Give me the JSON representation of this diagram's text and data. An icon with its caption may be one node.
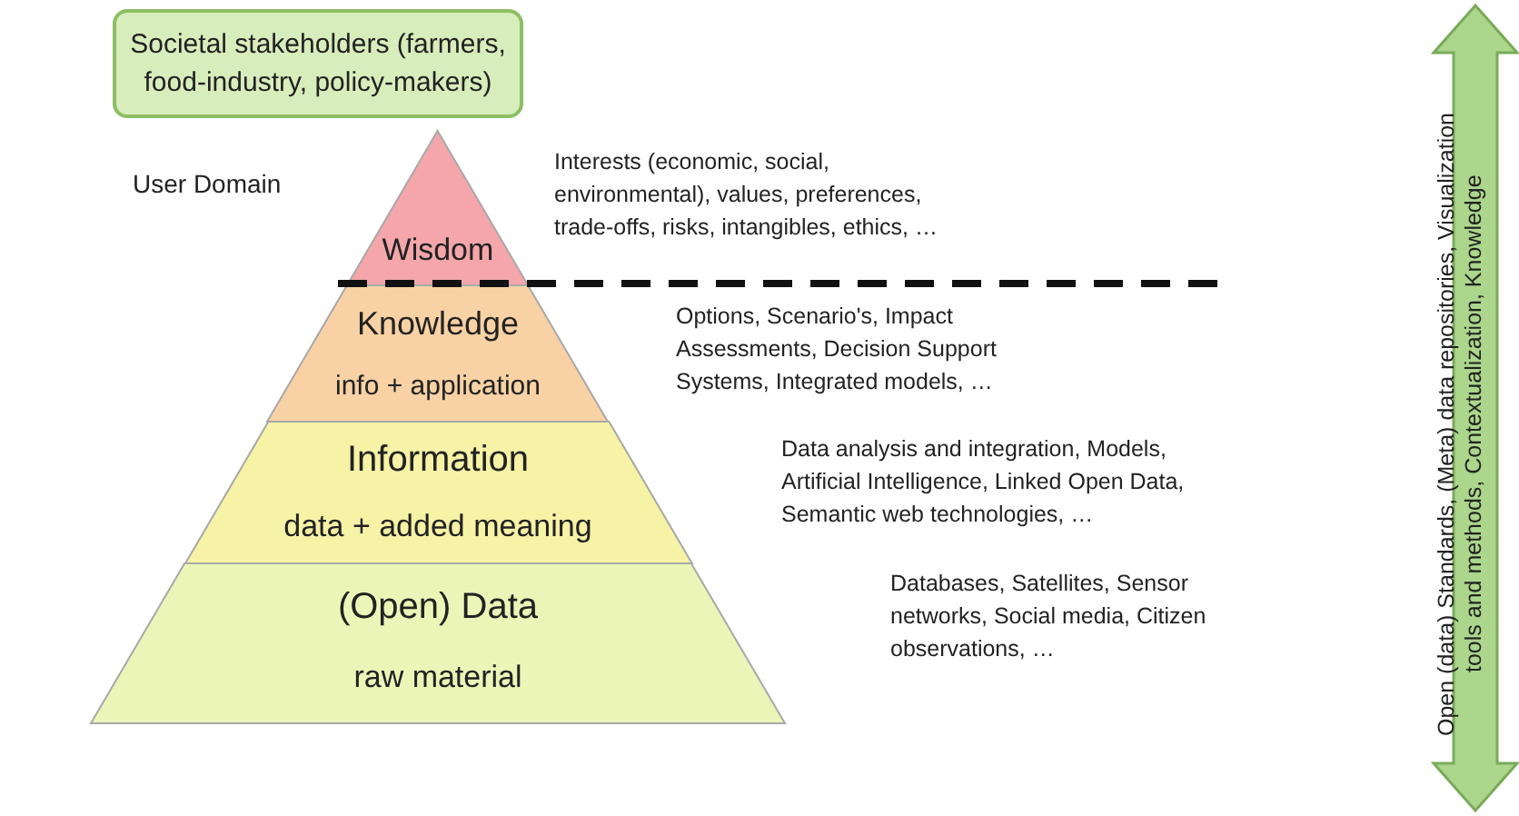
{
  "diagram": {
    "nodes": [
      {
        "text": [
          "Societal stakeholders (farmers, food-industry, policy-makers)"
        ]
      },
      {
        "text": [
          "Wisdom"
        ]
      },
      {
        "text": [
          "Knowledge",
          "info + application"
        ]
      },
      {
        "text": [
          "Information",
          "data + added meaning"
        ]
      },
      {
        "text": [
          "(Open) Data",
          "raw material"
        ]
      },
      {
        "text": [
          "Open (data) Standards, (Meta) data repositories, Visualization tools and methods, Contextualization, Knowledge"
        ]
      }
    ],
    "labels": [
      "User Domain",
      "Interests (economic, social, environmental), values, preferences, trade-offs, risks, intangibles, ethics, …",
      "Options, Scenario's, Impact Assessments, Decision Support Systems, Integrated models, …",
      "Data analysis and integration, Models, Artificial Intelligence, Linked Open Data, Semantic web technologies, …",
      "Databases, Satellites, Sensor networks, Social media, Citizen observations, …"
    ]
  }
}
